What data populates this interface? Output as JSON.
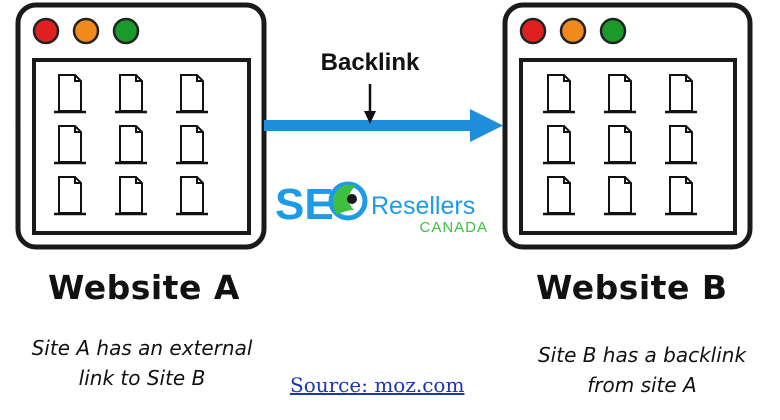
{
  "arrow": {
    "label": "Backlink",
    "color": "#1f8ddb"
  },
  "logo": {
    "seo": "SE",
    "resellers": "Resellers",
    "canada": "CANADA",
    "blue": "#1d9be6",
    "green": "#3fbf3f"
  },
  "site_a": {
    "title": "Website A",
    "caption": [
      "Site A has an external",
      "link to Site B"
    ]
  },
  "site_b": {
    "title": "Website B",
    "caption": [
      "Site B has a backlink",
      "from site A"
    ]
  },
  "source": {
    "label": "Source: moz.com"
  },
  "window": {
    "dot_colors": [
      "#e02020",
      "#f08a1c",
      "#1a9a2a"
    ],
    "icon": "document-icon"
  }
}
